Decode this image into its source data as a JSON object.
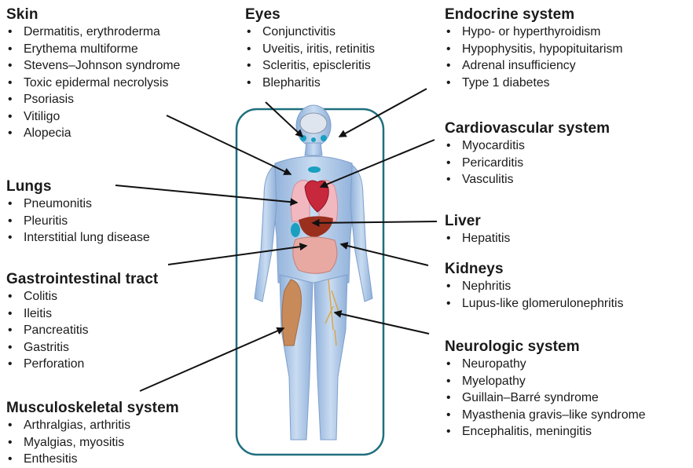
{
  "groups": [
    {
      "id": "skin",
      "title": "Skin",
      "items": [
        "Dermatitis, erythroderma",
        "Erythema multiforme",
        "Stevens–Johnson syndrome",
        "Toxic epidermal necrolysis",
        "Psoriasis",
        "Vitiligo",
        "Alopecia"
      ]
    },
    {
      "id": "eyes",
      "title": "Eyes",
      "items": [
        "Conjunctivitis",
        "Uveitis, iritis, retinitis",
        "Scleritis, episcleritis",
        "Blepharitis"
      ]
    },
    {
      "id": "endocrine",
      "title": "Endocrine system",
      "items": [
        "Hypo- or hyperthyroidism",
        "Hypophysitis, hypopituitarism",
        "Adrenal insufficiency",
        "Type 1 diabetes"
      ]
    },
    {
      "id": "cardio",
      "title": "Cardiovascular system",
      "items": [
        "Myocarditis",
        "Pericarditis",
        "Vasculitis"
      ]
    },
    {
      "id": "lungs",
      "title": "Lungs",
      "items": [
        "Pneumonitis",
        "Pleuritis",
        "Interstitial lung disease"
      ]
    },
    {
      "id": "liver",
      "title": "Liver",
      "items": [
        "Hepatitis"
      ]
    },
    {
      "id": "kidneys",
      "title": "Kidneys",
      "items": [
        "Nephritis",
        "Lupus-like glomerulonephritis"
      ]
    },
    {
      "id": "gi",
      "title": "Gastrointestinal tract",
      "items": [
        "Colitis",
        "Ileitis",
        "Pancreatitis",
        "Gastritis",
        "Perforation"
      ]
    },
    {
      "id": "neuro",
      "title": "Neurologic system",
      "items": [
        "Neuropathy",
        "Myelopathy",
        "Guillain–Barré syndrome",
        "Myasthenia gravis–like syndrome",
        "Encephalitis, meningitis"
      ]
    },
    {
      "id": "musculo",
      "title": "Musculoskeletal system",
      "items": [
        "Arthralgias, arthritis",
        "Myalgias, myositis",
        "Enthesitis"
      ]
    }
  ],
  "colors": {
    "frame": "#1f6f7f",
    "body": "#a9c3e3",
    "arrow": "#111111",
    "heart": "#c8283c",
    "liver": "#9a2f1e",
    "lungs": "#f2b8c0",
    "intestine": "#e9a9a3",
    "thyroid": "#1a9fc0",
    "muscle": "#c98a5a"
  }
}
